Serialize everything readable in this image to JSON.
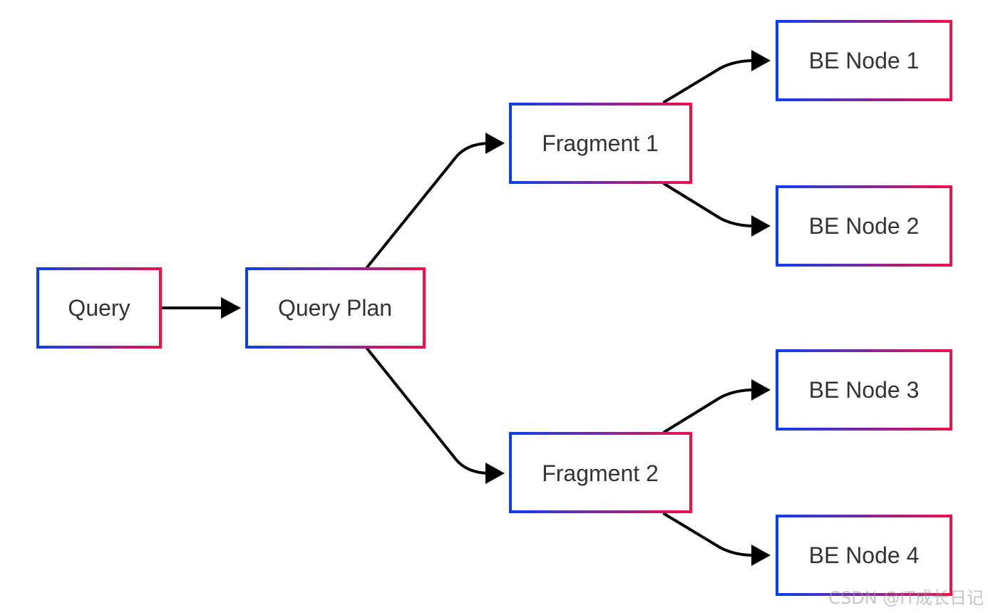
{
  "diagram": {
    "nodes": {
      "query": "Query",
      "query_plan": "Query Plan",
      "fragment_1": "Fragment 1",
      "fragment_2": "Fragment 2",
      "be_node_1": "BE Node 1",
      "be_node_2": "BE Node 2",
      "be_node_3": "BE Node 3",
      "be_node_4": "BE Node 4"
    },
    "edges": [
      {
        "from": "query",
        "to": "query_plan"
      },
      {
        "from": "query_plan",
        "to": "fragment_1"
      },
      {
        "from": "query_plan",
        "to": "fragment_2"
      },
      {
        "from": "fragment_1",
        "to": "be_node_1"
      },
      {
        "from": "fragment_1",
        "to": "be_node_2"
      },
      {
        "from": "fragment_2",
        "to": "be_node_3"
      },
      {
        "from": "fragment_2",
        "to": "be_node_4"
      }
    ],
    "colors": {
      "border_gradient_start": "#0a3ff0",
      "border_gradient_end": "#f0104a",
      "edge": "#000000",
      "label": "#333333"
    }
  },
  "watermark": "CSDN @IT成长日记"
}
